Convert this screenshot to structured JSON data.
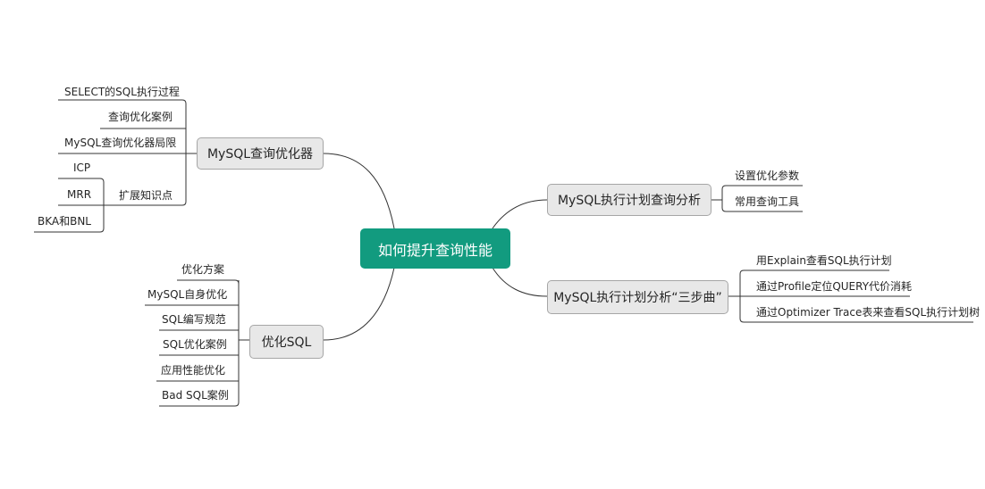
{
  "root": {
    "label": "如何提升查询性能",
    "color": "#129b7f"
  },
  "branches": {
    "optimizer": {
      "label": "MySQL查询优化器",
      "items": {
        "select_process": "SELECT的SQL执行过程",
        "case": "查询优化案例",
        "limits": "MySQL查询优化器局限",
        "extend": "扩展知识点"
      },
      "extend_items": {
        "icp": "ICP",
        "mrr": "MRR",
        "bka": "BKA和BNL"
      }
    },
    "optimize_sql": {
      "label": "优化SQL",
      "items": {
        "scheme": "优化方案",
        "self": "MySQL自身优化",
        "rules": "SQL编写规范",
        "case": "SQL优化案例",
        "app": "应用性能优化",
        "bad": "Bad SQL案例"
      }
    },
    "plan_query": {
      "label": "MySQL执行计划查询分析",
      "items": {
        "params": "设置优化参数",
        "tools": "常用查询工具"
      }
    },
    "plan_steps": {
      "label": "MySQL执行计划分析“三步曲”",
      "items": {
        "explain": "用Explain查看SQL执行计划",
        "profile": "通过Profile定位QUERY代价消耗",
        "trace": "通过Optimizer Trace表来查看SQL执行计划树"
      }
    }
  },
  "colors": {
    "line": "#333333",
    "node_fill": "#e8e8e8",
    "node_border": "#a6a6a6"
  }
}
